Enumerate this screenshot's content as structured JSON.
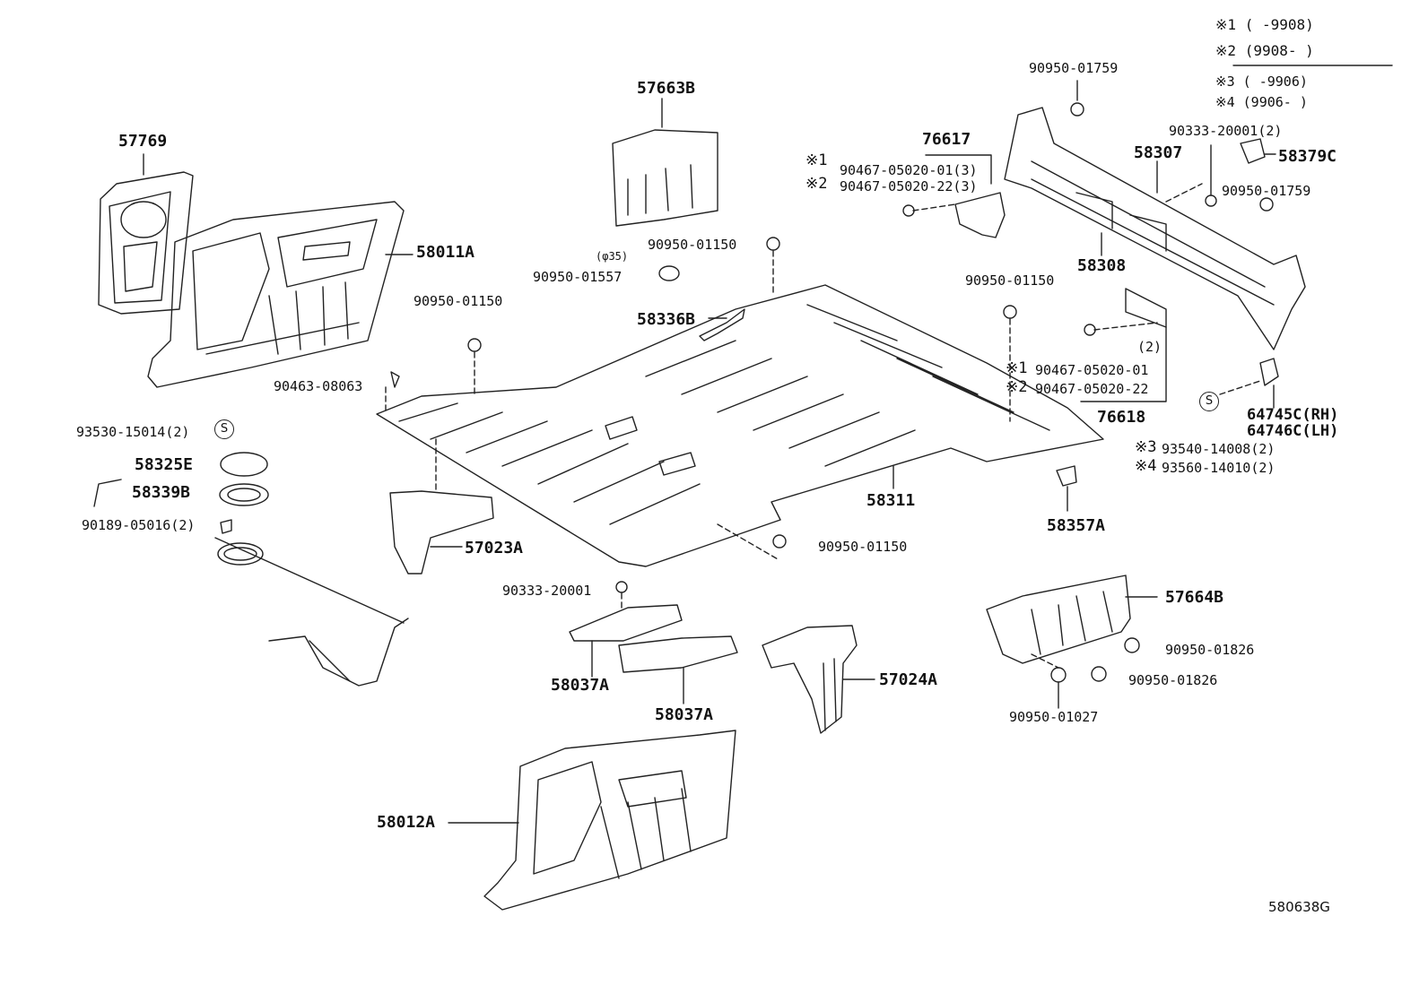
{
  "legend": {
    "rows": [
      {
        "mark": "※1",
        "range": "(      -9908)"
      },
      {
        "mark": "※2",
        "range": "(9908-      )"
      },
      {
        "mark": "※3",
        "range": "(      -9906)"
      },
      {
        "mark": "※4",
        "range": "(9906-      )"
      }
    ]
  },
  "labels": {
    "p57769": "57769",
    "p58011A": "58011A",
    "p57663B": "57663B",
    "p76617": "76617",
    "p90950_01759a": "90950-01759",
    "p90333_20001_2": "90333-20001(2)",
    "p58307": "58307",
    "p58379C": "58379C",
    "p90950_01759b": "90950-01759",
    "m1a": "※1",
    "p90467_05020_01_3": "90467-05020-01(3)",
    "m2a": "※2",
    "p90467_05020_22_3": "90467-05020-22(3)",
    "phi35": "(φ35)",
    "p90950_01557": "90950-01557",
    "p90950_01150a": "90950-01150",
    "p58308": "58308",
    "p90950_01150b": "90950-01150",
    "p90950_01150c": "90950-01150",
    "p58336B": "58336B",
    "qty2": "(2)",
    "p90463_08063": "90463-08063",
    "m1b": "※1",
    "p90467_05020_01": "90467-05020-01",
    "m2b": "※2",
    "p90467_05020_22": "90467-05020-22",
    "p76618": "76618",
    "p64745C": "64745C(RH)",
    "p64746C": "64746C(LH)",
    "p93530_15014": "93530-15014(2)",
    "s1": "S",
    "s2": "S",
    "m3": "※3",
    "p93540_14008": "93540-14008(2)",
    "m4": "※4",
    "p93560_14010": "93560-14010(2)",
    "p58325E": "58325E",
    "p58339B": "58339B",
    "p90189_05016": "90189-05016(2)",
    "p57023A": "57023A",
    "p58311": "58311",
    "p58357A": "58357A",
    "p90950_01150d": "90950-01150",
    "p90333_20001": "90333-20001",
    "p57664B": "57664B",
    "p90950_01826a": "90950-01826",
    "p58037Aa": "58037A",
    "p58037Ab": "58037A",
    "p57024A": "57024A",
    "p90950_01826b": "90950-01826",
    "p90950_01027": "90950-01027",
    "p58012A": "58012A",
    "figure_code": "580638G"
  }
}
